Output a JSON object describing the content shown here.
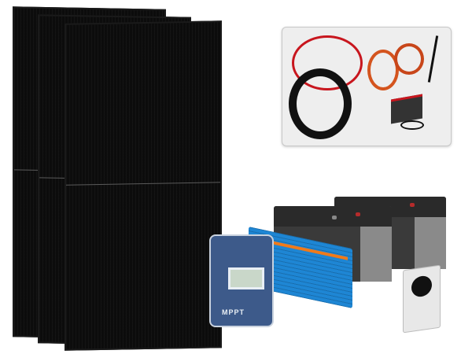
{
  "scene": {
    "description": "Solar power kit product photo",
    "background": "#ffffff"
  },
  "items": {
    "solar_panels": {
      "count": 3,
      "color": "#0c0c0c"
    },
    "cable_kit": {
      "box_color": "#eeeeee",
      "red_cable": "#c8161e",
      "black_cable": "#111111",
      "orange_cable": "#d4541e"
    },
    "charge_controller": {
      "label": "MPPT",
      "color": "#3d5a8a"
    },
    "inverter": {
      "color": "#1e86d4",
      "accent": "#f07a1a"
    },
    "batteries": {
      "count": 2,
      "color": "#3a3a3a"
    },
    "isolator_switch": {
      "color": "#e8e8e8",
      "knob": "#111111"
    }
  }
}
